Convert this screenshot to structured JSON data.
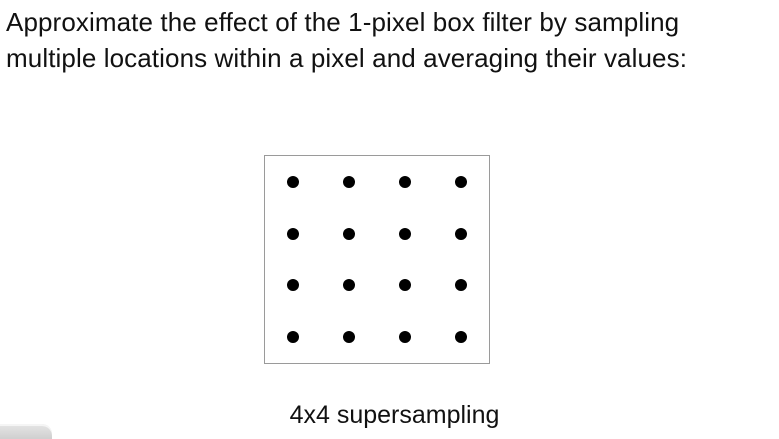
{
  "heading": {
    "line1": "Approximate the effect of the 1-pixel box filter by sampling",
    "line2": "multiple locations within a pixel and averaging their values:"
  },
  "diagram": {
    "rows": 4,
    "cols": 4,
    "dot_color": "#000000",
    "box_border_color": "#9a9a9a"
  },
  "caption": "4x4 supersampling"
}
